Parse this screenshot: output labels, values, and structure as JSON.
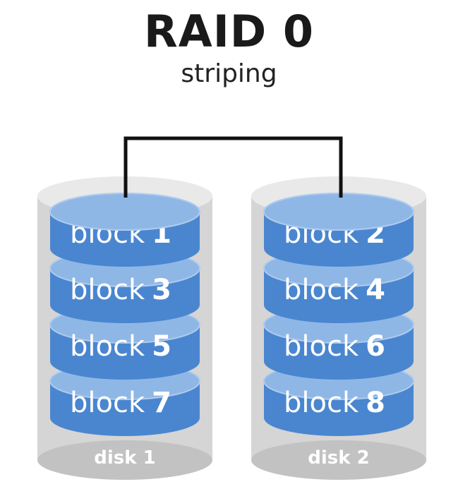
{
  "title": "RAID 0",
  "subtitle": "striping",
  "disks": [
    {
      "label": "disk 1",
      "blocks": [
        {
          "word": "block",
          "num": "1"
        },
        {
          "word": "block",
          "num": "3"
        },
        {
          "word": "block",
          "num": "5"
        },
        {
          "word": "block",
          "num": "7"
        }
      ]
    },
    {
      "label": "disk 2",
      "blocks": [
        {
          "word": "block",
          "num": "2"
        },
        {
          "word": "block",
          "num": "4"
        },
        {
          "word": "block",
          "num": "6"
        },
        {
          "word": "block",
          "num": "8"
        }
      ]
    }
  ],
  "colors": {
    "block_fill": "#4a86cf",
    "block_top": "#8fb7e6",
    "block_edge": "#aecbee",
    "disk_shell": "#d5d5d5",
    "disk_shell_dark": "#c2c2c2",
    "connector": "#111111",
    "block_text": "#ffffff"
  }
}
